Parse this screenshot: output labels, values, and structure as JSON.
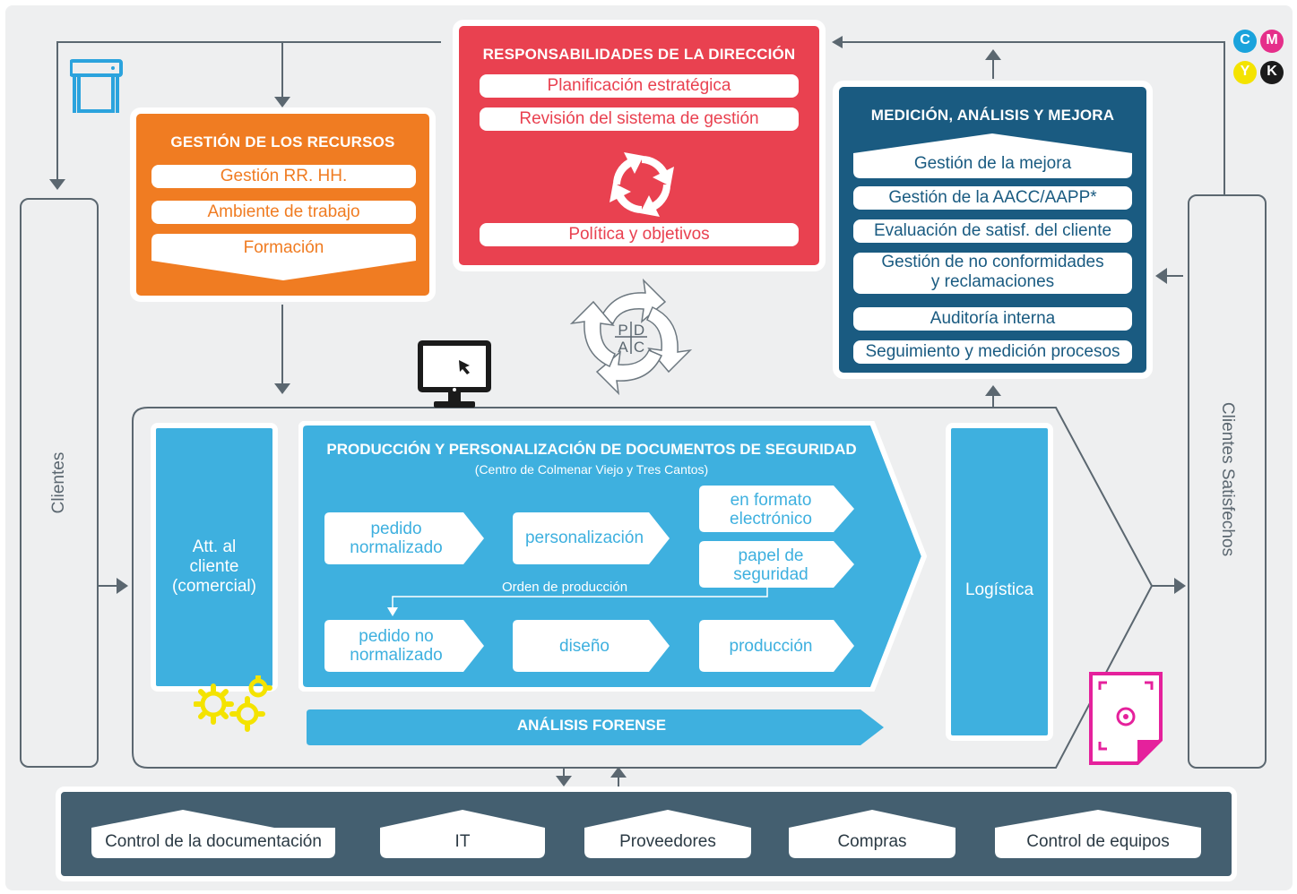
{
  "colors": {
    "background": "#eeeff0",
    "direccion": "#e94150",
    "recursos": "#f07c22",
    "medicion": "#1a5b81",
    "produccion": "#3eb0df",
    "soporte": "#445f70",
    "gris_linea": "#5b6770"
  },
  "direccion": {
    "title": "RESPONSABILIDADES DE LA DIRECCIÓN",
    "items": [
      "Planificación estratégica",
      "Revisión del sistema de gestión",
      "Política y objetivos"
    ]
  },
  "recursos": {
    "title": "GESTIÓN DE LOS RECURSOS",
    "items": [
      "Gestión RR. HH.",
      "Ambiente de trabajo",
      "Formación"
    ]
  },
  "medicion": {
    "title": "MEDICIÓN, ANÁLISIS Y MEJORA",
    "items": [
      "Gestión de la mejora",
      "Gestión de la AACC/AAPP*",
      "Evaluación de satisf. del cliente",
      "Gestión de no conformidades",
      "y reclamaciones",
      "Auditoría interna",
      "Seguimiento y medición procesos"
    ]
  },
  "pdca": {
    "p": "P",
    "d": "D",
    "a": "A",
    "c": "C"
  },
  "cmyk": {
    "c": "C",
    "m": "M",
    "y": "Y",
    "k": "K"
  },
  "clientes": "Clientes",
  "clientes_satisfechos": "Clientes Satisfechos",
  "att_cliente": {
    "line1": "Att. al",
    "line2": "cliente",
    "line3": "(comercial)"
  },
  "logistica": "Logística",
  "produccion": {
    "title": "PRODUCCIÓN Y PERSONALIZACIÓN DE DOCUMENTOS DE SEGURIDAD",
    "subtitle": "(Centro de Colmenar Viejo y Tres Cantos)",
    "pedido_normalizado": [
      "pedido",
      "normalizado"
    ],
    "personalizacion": "personalización",
    "formato_electronico": [
      "en formato",
      "electrónico"
    ],
    "papel_seguridad": [
      "papel de",
      "seguridad"
    ],
    "orden_produccion": "Orden de producción",
    "pedido_no_normalizado": [
      "pedido no",
      "normalizado"
    ],
    "diseno": "diseño",
    "produccion_step": "producción"
  },
  "analisis_forense": "ANÁLISIS FORENSE",
  "soporte": [
    "Control de la documentación",
    "IT",
    "Proveedores",
    "Compras",
    "Control de equipos"
  ],
  "icons": [
    "printer-icon",
    "monitor-icon",
    "cycle-arrows-icon",
    "pdca-cycle-icon",
    "gears-icon",
    "document-scan-icon"
  ]
}
